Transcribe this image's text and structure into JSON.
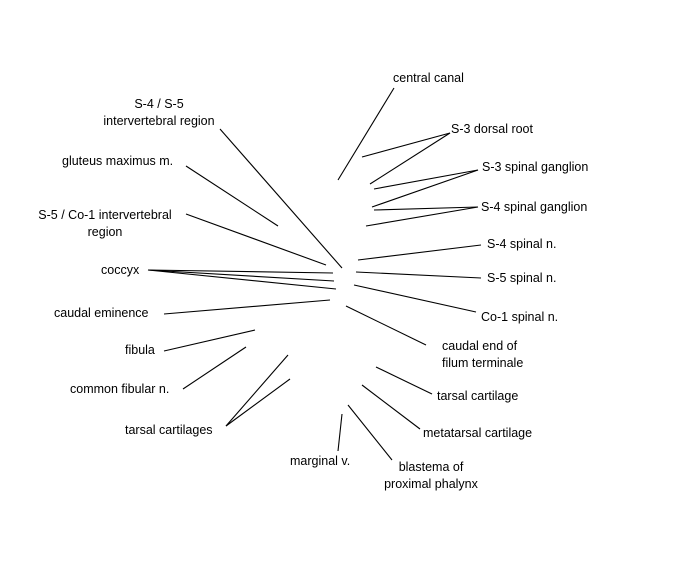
{
  "labels": {
    "central_canal": "central canal",
    "s3_dorsal_root": "S-3 dorsal root",
    "s3_spinal_ganglion": "S-3 spinal ganglion",
    "s4_spinal_ganglion": "S-4 spinal ganglion",
    "s4_spinal_n": "S-4 spinal n.",
    "s5_spinal_n": "S-5 spinal n.",
    "co1_spinal_n": "Co-1 spinal n.",
    "caudal_end_filum": "caudal end of\nfilum terminale",
    "tarsal_cartilage": "tarsal cartilage",
    "metatarsal_cartilage": "metatarsal cartilage",
    "blastema_proximal_phalynx": "blastema of\nproximal phalynx",
    "marginal_v": "marginal v.",
    "tarsal_cartilages": "tarsal cartilages",
    "common_fibular_n": "common fibular n.",
    "fibula": "fibula",
    "caudal_eminence": "caudal eminence",
    "coccyx": "coccyx",
    "s5_co1_intervertebral": "S-5 / Co-1 intervertebral\nregion",
    "gluteus_maximus": "gluteus maximus m.",
    "s4_s5_intervertebral": "S-4 / S-5\nintervertebral region"
  },
  "colors": {
    "text": "#000000",
    "line": "#000000",
    "background": "#ffffff"
  }
}
